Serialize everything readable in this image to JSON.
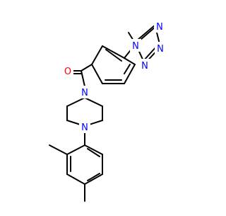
{
  "molecule": {
    "atom_labels": {
      "tetrazole_n1": "N",
      "tetrazole_n2": "N",
      "tetrazole_n3": "N",
      "tetrazole_n4": "N",
      "carbonyl_o": "O",
      "piperazine_n_top": "N",
      "piperazine_n_bottom": "N"
    },
    "colors": {
      "bond": "#000000",
      "nitrogen": "#0000ff",
      "oxygen": "#ff0000",
      "background": "#ffffff"
    }
  }
}
